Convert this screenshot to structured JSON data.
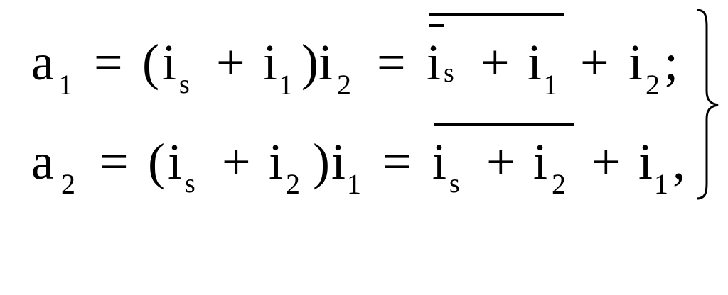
{
  "equations": [
    {
      "lhs": "a",
      "lhs_sub": "1",
      "eq1": "=",
      "lp": "(",
      "t1": "i",
      "t1_sub": "s",
      "plus1": "+",
      "t2": "i",
      "t2_sub": "1",
      "rp": ")",
      "t3": "i",
      "t3_sub": "2",
      "eq2": "=",
      "r1": "i",
      "r1_sub": "s",
      "plus2": "+",
      "r2": "i",
      "r2_sub": "1",
      "plus3": "+",
      "r3": "i",
      "r3_sub": "2",
      "end": ";"
    },
    {
      "lhs": "a",
      "lhs_sub": "2",
      "eq1": "=",
      "lp": "(",
      "t1": "i",
      "t1_sub": "s",
      "plus1": "+",
      "t2": "i",
      "t2_sub": "2",
      "rp": ")",
      "t3": "i",
      "t3_sub": "1",
      "eq2": "=",
      "r1": "i",
      "r1_sub": "s",
      "plus2": "+",
      "r2": "i",
      "r2_sub": "2",
      "plus3": "+",
      "r3": "i",
      "r3_sub": "1",
      "end": ","
    }
  ]
}
